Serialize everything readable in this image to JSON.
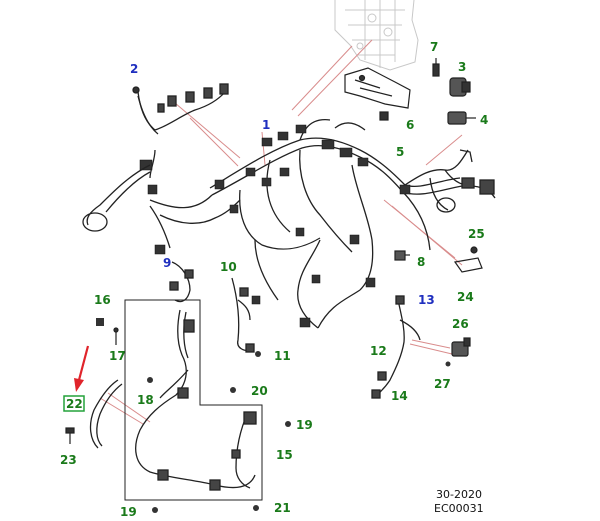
{
  "colors": {
    "green": "#1a7a1a",
    "blue": "#1f2fbf",
    "leader": "#d98c8c",
    "arrow": "#e0242b",
    "line": "#222222",
    "highlight": "#23a23a"
  },
  "callouts": [
    {
      "id": "c1",
      "text": "1",
      "color": "blue"
    },
    {
      "id": "c2",
      "text": "2",
      "color": "blue"
    },
    {
      "id": "c3",
      "text": "3",
      "color": "green"
    },
    {
      "id": "c4",
      "text": "4",
      "color": "green"
    },
    {
      "id": "c5",
      "text": "5",
      "color": "green"
    },
    {
      "id": "c6",
      "text": "6",
      "color": "green"
    },
    {
      "id": "c7",
      "text": "7",
      "color": "green"
    },
    {
      "id": "c8",
      "text": "8",
      "color": "green"
    },
    {
      "id": "c9",
      "text": "9",
      "color": "blue"
    },
    {
      "id": "c10",
      "text": "10",
      "color": "green"
    },
    {
      "id": "c11",
      "text": "11",
      "color": "green"
    },
    {
      "id": "c12",
      "text": "12",
      "color": "green"
    },
    {
      "id": "c13",
      "text": "13",
      "color": "blue"
    },
    {
      "id": "c14",
      "text": "14",
      "color": "green"
    },
    {
      "id": "c15",
      "text": "15",
      "color": "green"
    },
    {
      "id": "c16",
      "text": "16",
      "color": "green"
    },
    {
      "id": "c17",
      "text": "17",
      "color": "green"
    },
    {
      "id": "c18",
      "text": "18",
      "color": "green"
    },
    {
      "id": "c19a",
      "text": "19",
      "color": "green"
    },
    {
      "id": "c19b",
      "text": "19",
      "color": "green"
    },
    {
      "id": "c20",
      "text": "20",
      "color": "green"
    },
    {
      "id": "c21",
      "text": "21",
      "color": "green"
    },
    {
      "id": "c22",
      "text": "22",
      "color": "green"
    },
    {
      "id": "c23",
      "text": "23",
      "color": "green"
    },
    {
      "id": "c24",
      "text": "24",
      "color": "green"
    },
    {
      "id": "c25",
      "text": "25",
      "color": "green"
    },
    {
      "id": "c26",
      "text": "26",
      "color": "green"
    },
    {
      "id": "c27",
      "text": "27",
      "color": "green"
    }
  ],
  "footer": {
    "date": "30-2020",
    "code": "EC00031"
  }
}
